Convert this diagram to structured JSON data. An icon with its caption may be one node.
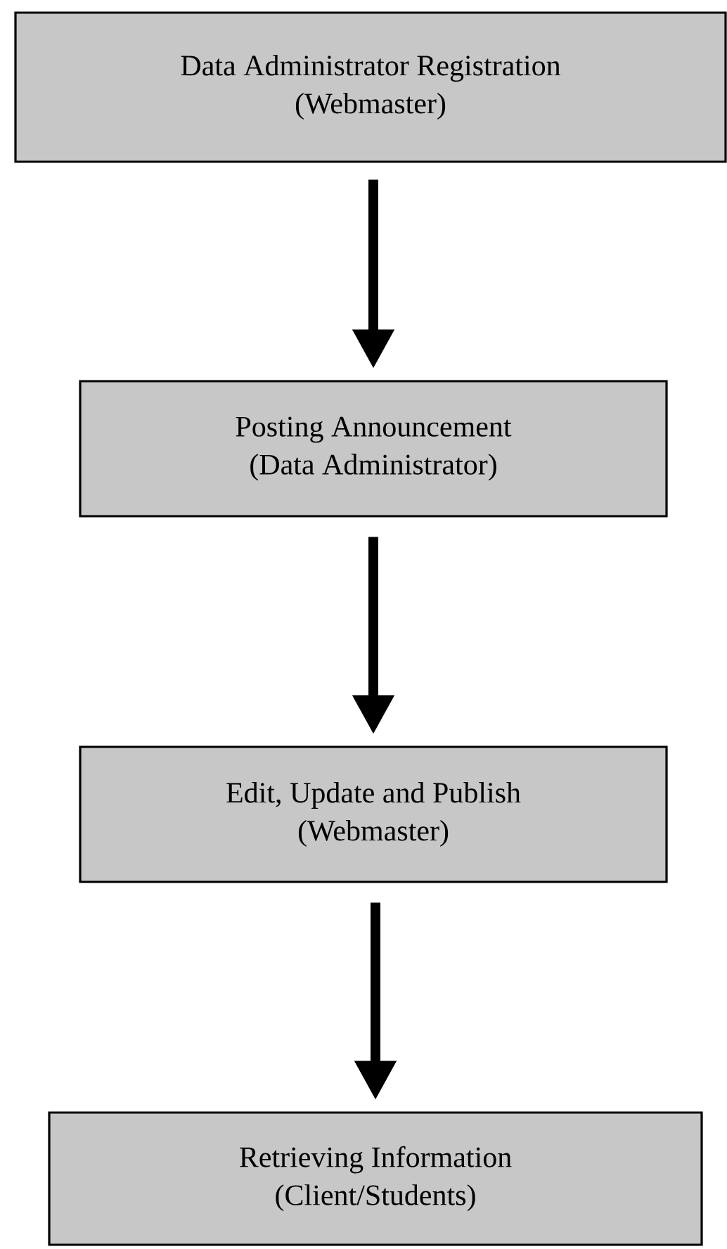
{
  "diagram": {
    "nodes": [
      {
        "text": [
          "Data Administrator Registration",
          "(Webmaster)"
        ]
      },
      {
        "text": [
          "Posting Announcement",
          "(Data Administrator)"
        ]
      },
      {
        "text": [
          "Edit, Update and Publish",
          "(Webmaster)"
        ]
      },
      {
        "text": [
          "Retrieving Information",
          "(Client/Students)"
        ]
      }
    ],
    "edges": [
      {
        "from": 0,
        "to": 1,
        "arrow": "to"
      },
      {
        "from": 1,
        "to": 2,
        "arrow": "to"
      },
      {
        "from": 2,
        "to": 3,
        "arrow": "to"
      }
    ]
  }
}
